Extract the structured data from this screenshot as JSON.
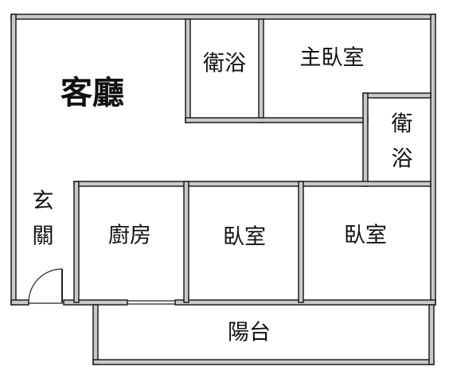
{
  "floorplan": {
    "rooms": {
      "living_room": "客廳",
      "bathroom_top": "衛浴",
      "master_bedroom": "主臥室",
      "bathroom_right_line1": "衛",
      "bathroom_right_line2": "浴",
      "entrance_line1": "玄",
      "entrance_line2": "關",
      "kitchen": "廚房",
      "bedroom_middle": "臥室",
      "bedroom_right": "臥室",
      "balcony": "陽台"
    },
    "colors": {
      "wall_fill": "#c9c9c9",
      "wall_outline": "#111111",
      "background": "#ffffff"
    }
  }
}
